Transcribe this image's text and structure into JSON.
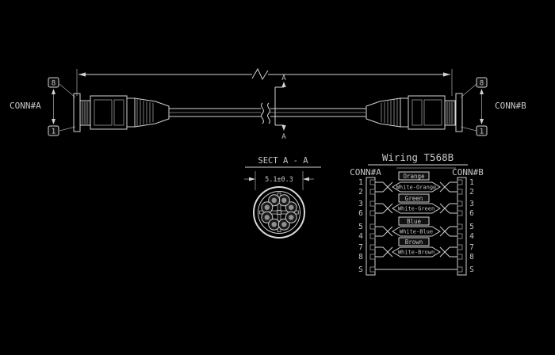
{
  "drawing": {
    "assembly": {
      "conn_a_label": "CONN#A",
      "conn_b_label": "CONN#B",
      "conn_a_pin_top": "8",
      "conn_a_pin_bottom": "1",
      "conn_b_pin_top": "8",
      "conn_b_pin_bottom": "1",
      "section_marker_top": "A",
      "section_marker_bottom": "A"
    },
    "section_view": {
      "title": "SECT A - A",
      "diameter_dim": "5.1±0.3"
    },
    "wiring": {
      "title": "Wiring T568B",
      "conn_a_label": "CONN#A",
      "conn_b_label": "CONN#B",
      "pins_left": [
        "1",
        "2",
        "3",
        "6",
        "5",
        "4",
        "7",
        "8",
        "S"
      ],
      "pins_right": [
        "1",
        "2",
        "3",
        "6",
        "5",
        "4",
        "7",
        "8",
        "S"
      ],
      "pairs": [
        {
          "solid": "Orange",
          "stripe": "White-Orange"
        },
        {
          "solid": "Green",
          "stripe": "White-Green"
        },
        {
          "solid": "Blue",
          "stripe": "White-Blue"
        },
        {
          "solid": "Brown",
          "stripe": "White-Brown"
        }
      ]
    },
    "colors": {
      "background": "#000000",
      "line": "#d2d2d2",
      "text": "#c6c6c6"
    }
  }
}
